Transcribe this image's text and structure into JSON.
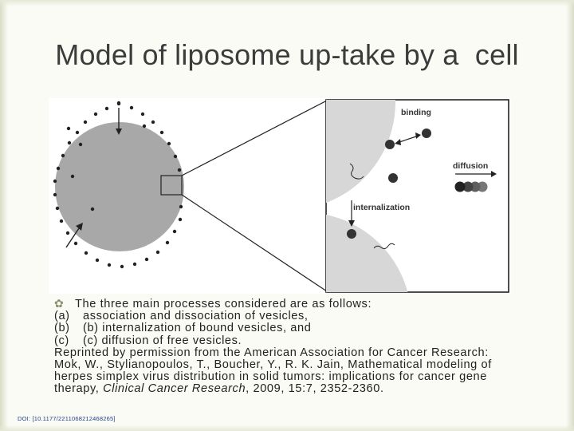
{
  "slide": {
    "title": "Model of liposome up-take by a  cell"
  },
  "figure": {
    "labels": {
      "binding": "binding",
      "diffusion": "diffusion",
      "internalization": "internalization"
    }
  },
  "body": {
    "intro": "The three main processes considered are as follows:",
    "items": [
      {
        "marker": "(a)",
        "text": "association and dissociation of vesicles,"
      },
      {
        "marker": "(b)",
        "text": "(b) internalization of bound vesicles, and"
      },
      {
        "marker": "(c)",
        "text": "(c) diffusion of free vesicles."
      }
    ],
    "citation_lines": [
      "Reprinted by permission from the American Association for Cancer Research:",
      "Mok, W., Stylianopoulos, T., Boucher, Y., R. K. Jain, Mathematical modeling of",
      "herpes simplex virus distribution in solid tumors: implications for cancer gene"
    ],
    "citation_last_pre": "therapy, ",
    "citation_journal": "Clinical Cancer Research",
    "citation_last_post": ", 2009, 15:7, 2352-2360."
  },
  "footer": {
    "doi": "DOI: [10.1177/2211068212468265]"
  }
}
